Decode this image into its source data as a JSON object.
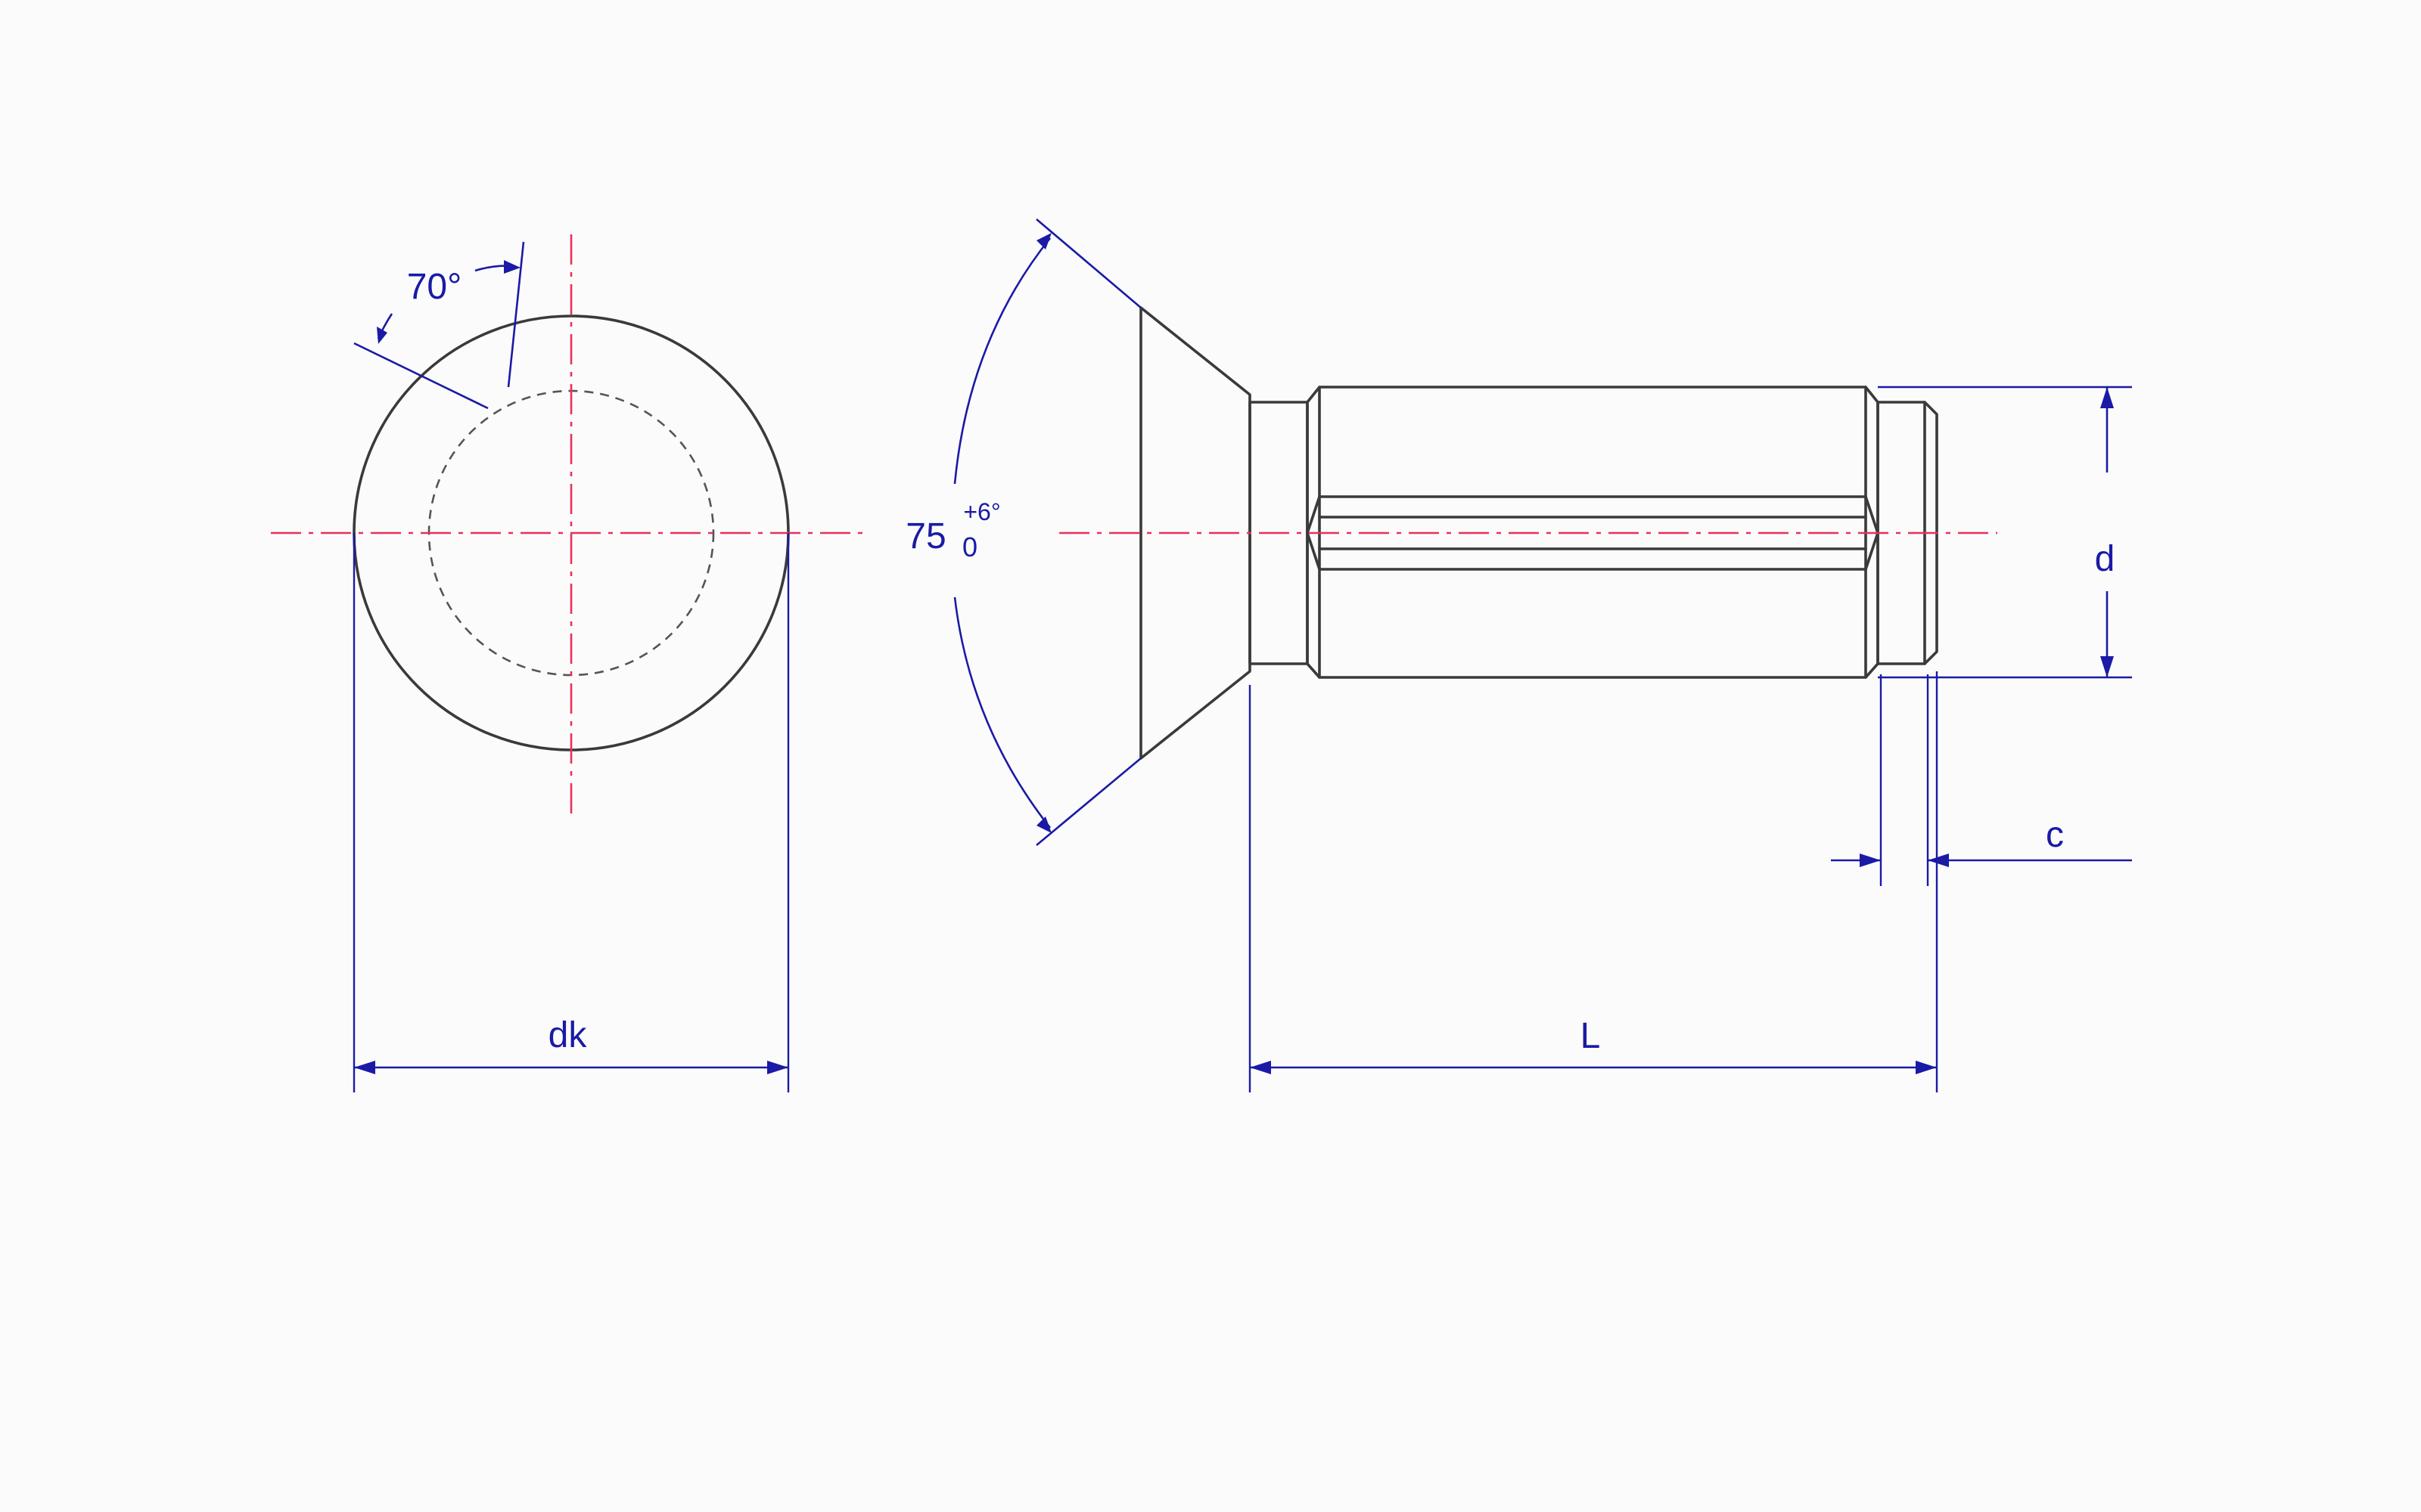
{
  "labels": {
    "angle_head": "70°",
    "angle_cone": "75",
    "tol_upper": "+6°",
    "tol_lower": "0",
    "head_diameter": "dk",
    "length": "L",
    "diameter": "d",
    "chamfer": "c"
  },
  "colors": {
    "outline": "#3a3a3a",
    "centerline": "#e8315a",
    "dimension": "#1a1aa6",
    "background": "#fbfbfb"
  }
}
